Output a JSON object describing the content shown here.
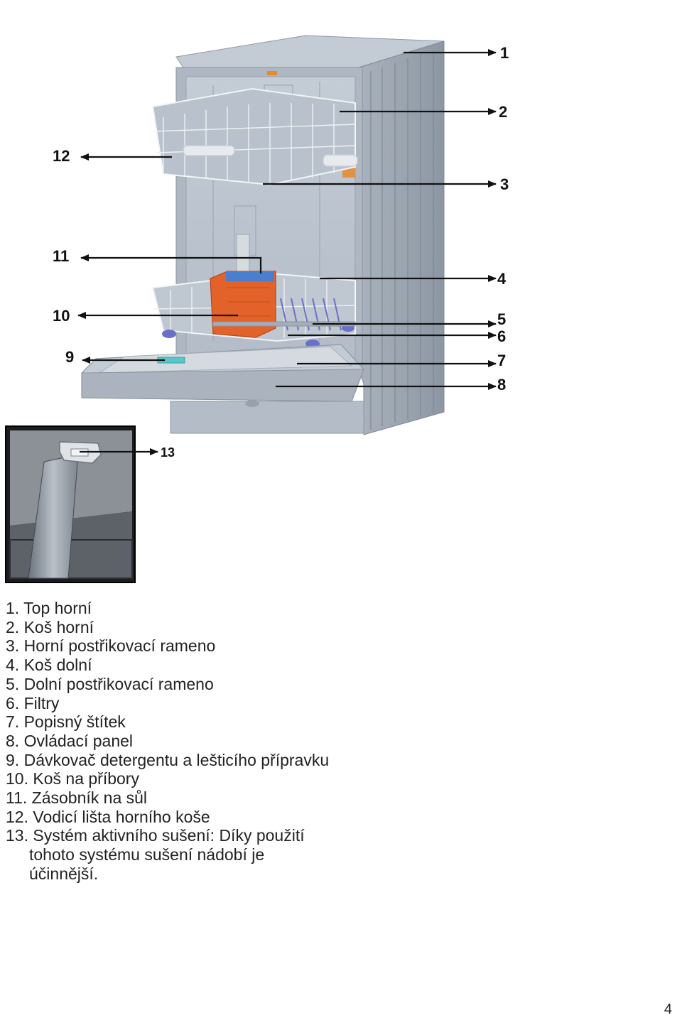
{
  "callouts": [
    {
      "id": "1",
      "label": "1"
    },
    {
      "id": "2",
      "label": "2"
    },
    {
      "id": "3",
      "label": "3"
    },
    {
      "id": "4",
      "label": "4"
    },
    {
      "id": "5",
      "label": "5"
    },
    {
      "id": "6",
      "label": "6"
    },
    {
      "id": "7",
      "label": "7"
    },
    {
      "id": "8",
      "label": "8"
    },
    {
      "id": "9",
      "label": "9"
    },
    {
      "id": "10",
      "label": "10"
    },
    {
      "id": "11",
      "label": "11"
    },
    {
      "id": "12",
      "label": "12"
    },
    {
      "id": "13",
      "label": "13"
    }
  ],
  "legend": [
    {
      "num": "1.",
      "text": "Top horní"
    },
    {
      "num": "2.",
      "text": "Koš horní"
    },
    {
      "num": "3.",
      "text": "Horní postřikovací rameno"
    },
    {
      "num": "4.",
      "text": "Koš dolní"
    },
    {
      "num": "5.",
      "text": "Dolní postřikovací rameno"
    },
    {
      "num": "6.",
      "text": "Filtry"
    },
    {
      "num": "7.",
      "text": "Popisný štítek"
    },
    {
      "num": "8.",
      "text": "Ovládací panel"
    },
    {
      "num": "9.",
      "text": "Dávkovač detergentu a lešticího přípravku"
    },
    {
      "num": "10.",
      "text": "Koš na příbory"
    },
    {
      "num": "11.",
      "text": "Zásobník na sůl"
    },
    {
      "num": "12.",
      "text": "Vodicí lišta horního koše"
    },
    {
      "num": "13.",
      "text": "Systém aktivního sušení: Díky použití",
      "continuation": [
        "tohoto systému sušení nádobí je",
        "účinnější."
      ]
    }
  ],
  "page_number": "4",
  "colors": {
    "cabinet": "#b7c0cb",
    "cabinet_dark": "#9aa4b0",
    "interior": "#c9d1da",
    "salt_container": "#e2622a",
    "salt_lid": "#4a7fd0",
    "rack_wheels": "#6a70c8",
    "dispenser": "#59c7c9",
    "hinge_orange": "#e78a2a"
  }
}
